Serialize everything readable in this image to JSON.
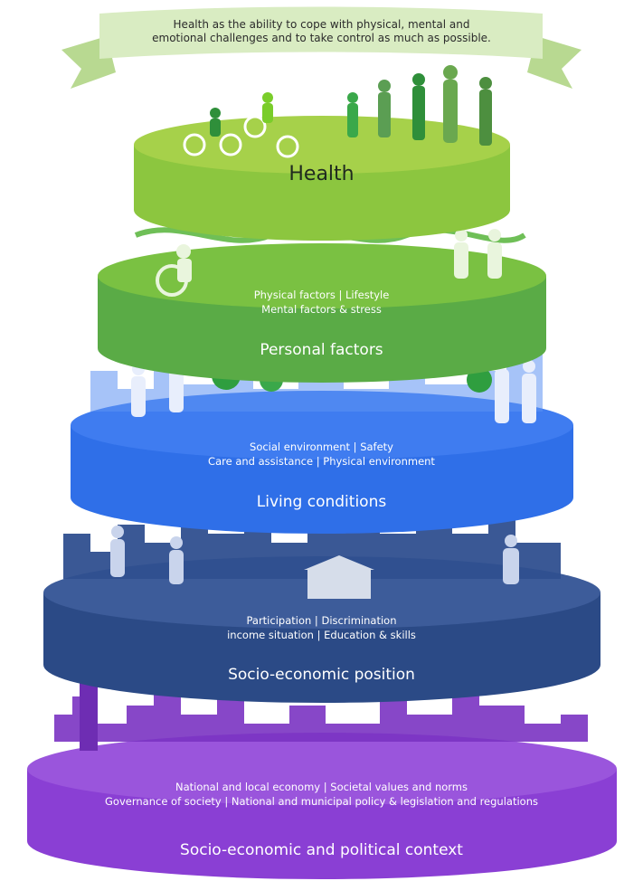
{
  "banner": {
    "line1": "Health as the ability to cope with physical, mental and",
    "line2": "emotional challenges and to take control as much as possible."
  },
  "tiers": [
    {
      "title": "Health",
      "factors": []
    },
    {
      "title": "Personal factors",
      "factors": [
        "Physical factors  |  Lifestyle",
        "Mental factors & stress"
      ]
    },
    {
      "title": "Living conditions",
      "factors": [
        "Social environment  |  Safety",
        "Care and assistance  |  Physical environment"
      ]
    },
    {
      "title": "Socio-economic position",
      "factors": [
        "Participation  |  Discrimination",
        "income situation  |  Education & skills"
      ]
    },
    {
      "title": "Socio-economic and political context",
      "factors": [
        "National and local economy  |  Societal values and norms",
        "Governance of society  |  National and municipal policy & legislation and regulations"
      ]
    }
  ],
  "colors": {
    "banner": "#d9ecc2",
    "tier1_top": "#a6d14a",
    "tier1_side": "#8cc63f",
    "tier2_top": "#7ac142",
    "tier2_side": "#5aab46",
    "tier3_top": "#3f7cf0",
    "tier3_side": "#2f6fe8",
    "tier4_top": "#3d5c9a",
    "tier4_side": "#2b4a86",
    "tier5_top": "#9a55dc",
    "tier5_side": "#8a3fd4"
  }
}
